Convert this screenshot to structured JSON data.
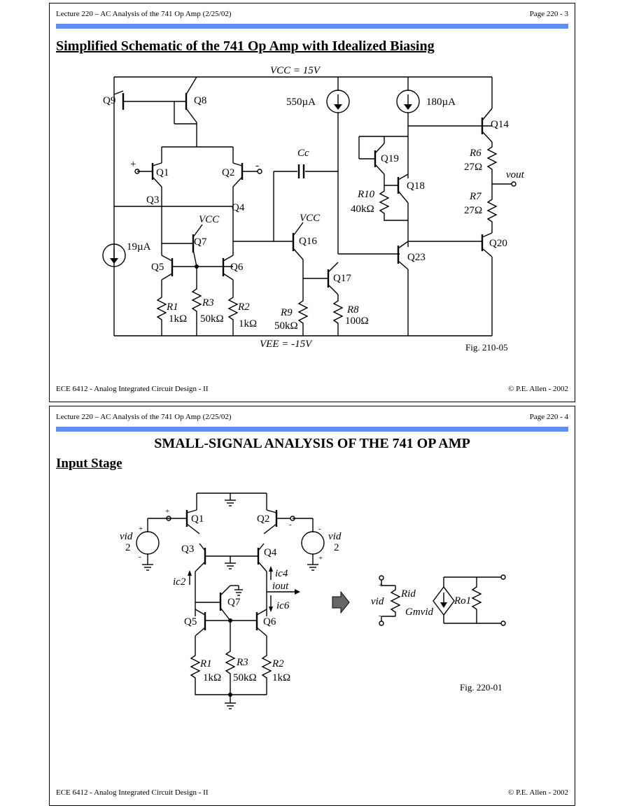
{
  "slide1": {
    "header_left": "Lecture 220 – AC Analysis of the 741 Op Amp  (2/25/02)",
    "header_right": "Page 220 - 3",
    "title": "Simplified Schematic of the 741 Op Amp with Idealized Biasing",
    "footer_left": "ECE 6412  - Analog Integrated Circuit Design - II",
    "footer_right": "© P.E. Allen - 2002",
    "figure_label": "Fig. 210-05",
    "schematic": {
      "vcc_label": "VCC = 15V",
      "vee_label": "VEE = -15V",
      "vcc_small": "VCC",
      "transistors": [
        "Q1",
        "Q2",
        "Q3",
        "Q4",
        "Q5",
        "Q6",
        "Q7",
        "Q8",
        "Q9",
        "Q14",
        "Q16",
        "Q17",
        "Q18",
        "Q19",
        "Q20",
        "Q23"
      ],
      "sources": [
        "550µA",
        "180µA",
        "19µA"
      ],
      "cc_label": "Cc",
      "plus": "+",
      "minus": "-",
      "vout": "vout",
      "resistors": [
        {
          "name": "R1",
          "value": "1kΩ"
        },
        {
          "name": "R2",
          "value": "1kΩ"
        },
        {
          "name": "R3",
          "value": "50kΩ"
        },
        {
          "name": "R6",
          "value": "27Ω"
        },
        {
          "name": "R7",
          "value": "27Ω"
        },
        {
          "name": "R8",
          "value": "100Ω"
        },
        {
          "name": "R9",
          "value": "50kΩ"
        },
        {
          "name": "R10",
          "value": "40kΩ"
        }
      ]
    }
  },
  "slide2": {
    "header_left": "Lecture 220 – AC Analysis of the 741 Op Amp  (2/25/02)",
    "header_right": "Page 220 - 4",
    "title": "SMALL-SIGNAL ANALYSIS OF THE 741 OP AMP",
    "subtitle": "Input Stage",
    "footer_left": "ECE 6412  - Analog Integrated Circuit Design - II",
    "footer_right": "© P.E. Allen - 2002",
    "figure_label": "Fig. 220-01",
    "schematic": {
      "transistors": [
        "Q1",
        "Q2",
        "Q3",
        "Q4",
        "Q5",
        "Q6",
        "Q7"
      ],
      "vid_half": "vid",
      "two": "2",
      "plus": "+",
      "minus": "-",
      "currents": [
        "ic2",
        "ic4",
        "iout",
        "ic6"
      ],
      "resistors": [
        {
          "name": "R1",
          "value": "1kΩ"
        },
        {
          "name": "R3",
          "value": "50kΩ"
        },
        {
          "name": "R2",
          "value": "1kΩ"
        }
      ],
      "model": {
        "vid": "vid",
        "rid": "Rid",
        "gm": "Gmvid",
        "ro": "Ro1"
      }
    }
  }
}
